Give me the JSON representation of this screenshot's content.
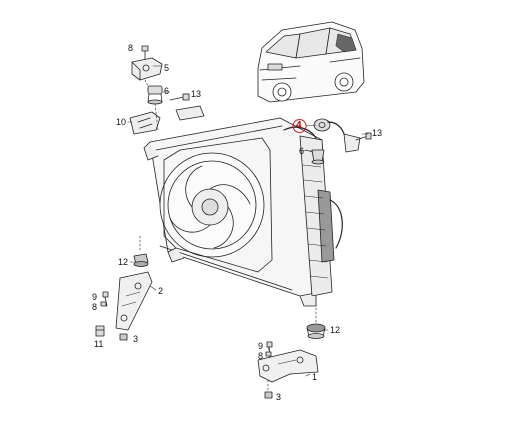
{
  "diagram": {
    "callouts": [
      {
        "id": "c8-top",
        "label": "8"
      },
      {
        "id": "c5",
        "label": "5"
      },
      {
        "id": "c6-left",
        "label": "6"
      },
      {
        "id": "c13-left",
        "label": "13"
      },
      {
        "id": "c10",
        "label": "10"
      },
      {
        "id": "c4",
        "label": "4",
        "highlight": true
      },
      {
        "id": "c13-right",
        "label": "13"
      },
      {
        "id": "c6-right",
        "label": "6"
      },
      {
        "id": "c12-left",
        "label": "12"
      },
      {
        "id": "c2",
        "label": "2"
      },
      {
        "id": "c9-left",
        "label": "9"
      },
      {
        "id": "c8-left",
        "label": "8"
      },
      {
        "id": "c11",
        "label": "11"
      },
      {
        "id": "c3-left",
        "label": "3"
      },
      {
        "id": "c12-right",
        "label": "12"
      },
      {
        "id": "c9-right",
        "label": "9"
      },
      {
        "id": "c8-right",
        "label": "8"
      },
      {
        "id": "c1",
        "label": "1"
      },
      {
        "id": "c3-right",
        "label": "3"
      }
    ],
    "colors": {
      "line": "#222222",
      "fill": "#f4f4f4",
      "shade": "#cfcfcf",
      "highlight": "#d21f2b"
    }
  }
}
